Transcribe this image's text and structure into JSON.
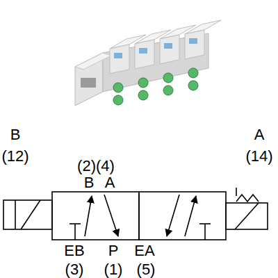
{
  "diagram": {
    "labels": [
      "B",
      "(12)",
      "(2)(4)",
      "B",
      "A",
      "A",
      "(14)",
      "EB",
      "P",
      "EA",
      "(3)",
      "(1)",
      "(5)"
    ]
  }
}
